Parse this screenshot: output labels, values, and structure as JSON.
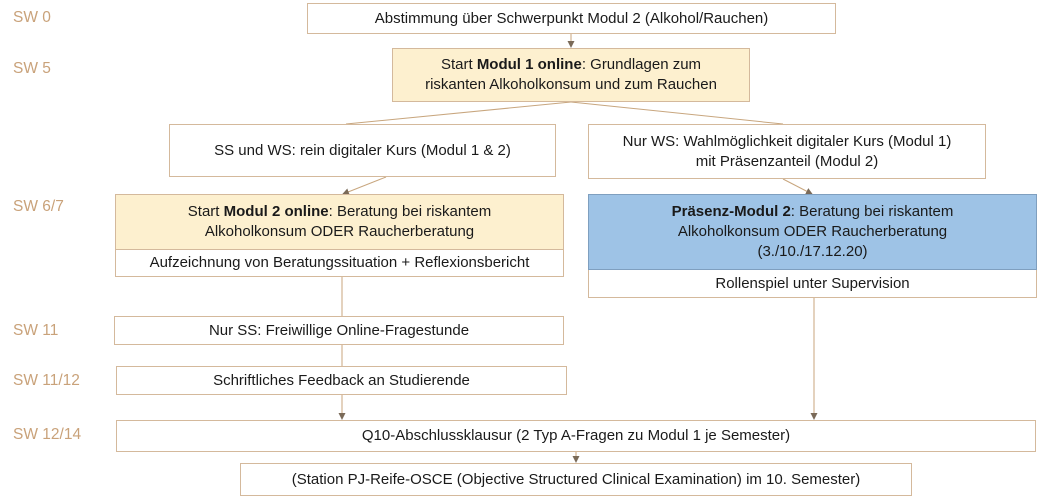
{
  "weeks": {
    "sw0": "SW 0",
    "sw5": "SW 5",
    "sw67": "SW 6/7",
    "sw11": "SW 11",
    "sw1112": "SW 11/12",
    "sw1214": "SW 12/14"
  },
  "boxes": {
    "abstimmung": "Abstimmung über Schwerpunkt Modul 2 (Alkohol/Rauchen)",
    "modul1": {
      "prefix": "Start ",
      "bold": "Modul 1 online",
      "suffix": ": Grundlagen zum",
      "line2": "riskanten Alkoholkonsum und zum Rauchen"
    },
    "digital_course": "SS und WS: rein digitaler Kurs (Modul 1 & 2)",
    "ws_option": {
      "line1": "Nur WS: Wahlmöglichkeit digitaler Kurs (Modul 1)",
      "line2": "mit Präsenzanteil (Modul 2)"
    },
    "modul2_online": {
      "prefix": "Start ",
      "bold": "Modul 2 online",
      "suffix": ": Beratung bei riskantem",
      "line2": "Alkoholkonsum ODER Raucherberatung"
    },
    "aufzeichnung": "Aufzeichnung von Beratungssituation + Reflexionsbericht",
    "praesenz": {
      "bold": "Präsenz-Modul 2",
      "suffix": ": Beratung bei riskantem",
      "line2": "Alkoholkonsum ODER Raucherberatung",
      "line3": "(3./10./17.12.20)"
    },
    "rollenspiel": "Rollenspiel unter Supervision",
    "fragestunde": "Nur SS: Freiwillige Online-Fragestunde",
    "feedback": "Schriftliches Feedback an Studierende",
    "klausur": "Q10-Abschlussklausur (2 Typ A-Fragen zu Modul 1 je Semester)",
    "osce": "(Station PJ-Reife-OSCE (Objective Structured Clinical Examination) im 10. Semester)"
  },
  "colors": {
    "label": "#c9a27a",
    "connector": "#c8a67e",
    "cream": "#fdf0cf",
    "blue": "#9ec3e6"
  }
}
